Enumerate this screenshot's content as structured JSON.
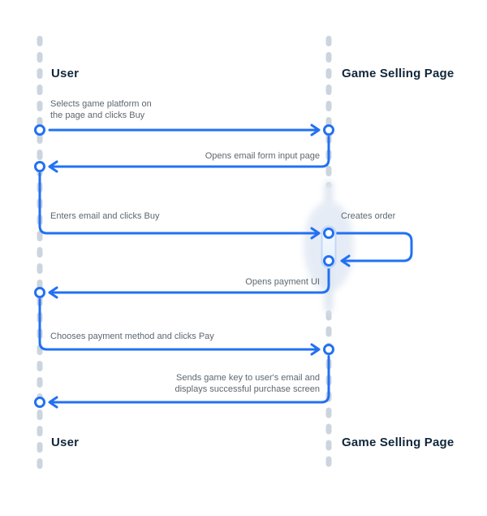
{
  "diagram": {
    "type": "sequence-diagram",
    "colors": {
      "accent_blue": "#2271f3",
      "lifeline_gray": "#ccd5de",
      "participant_text": "#11263c",
      "message_text": "#5d6770",
      "activation_pill_stroke": "#c2d8f8",
      "activation_pill_fill": "#eef5fe",
      "glow_blob": "#e3eaf4"
    },
    "participants": {
      "left": {
        "top_label": "User",
        "bottom_label": "User"
      },
      "right": {
        "top_label": "Game Selling Page",
        "bottom_label": "Game Selling Page"
      }
    },
    "messages": [
      {
        "id": "select-platform",
        "from": "User",
        "to": "Game Selling Page",
        "direction": "right",
        "lines": [
          "Selects game platform on",
          "the page and clicks Buy"
        ]
      },
      {
        "id": "opens-email-form",
        "from": "Game Selling Page",
        "to": "User",
        "direction": "left",
        "lines": [
          "Opens email form input page"
        ]
      },
      {
        "id": "enters-email",
        "from": "User",
        "to": "Game Selling Page",
        "direction": "right",
        "lines": [
          "Enters email and clicks Buy"
        ]
      },
      {
        "id": "creates-order",
        "from": "Game Selling Page",
        "to": "Game Selling Page",
        "direction": "self",
        "lines": [
          "Creates order"
        ]
      },
      {
        "id": "opens-payment-ui",
        "from": "Game Selling Page",
        "to": "User",
        "direction": "left",
        "lines": [
          "Opens payment UI"
        ]
      },
      {
        "id": "chooses-payment",
        "from": "User",
        "to": "Game Selling Page",
        "direction": "right",
        "lines": [
          "Chooses payment method and clicks Pay"
        ]
      },
      {
        "id": "sends-game-key",
        "from": "Game Selling Page",
        "to": "User",
        "direction": "left",
        "lines": [
          "Sends game key to user's email and",
          "displays successful purchase screen"
        ]
      }
    ]
  }
}
